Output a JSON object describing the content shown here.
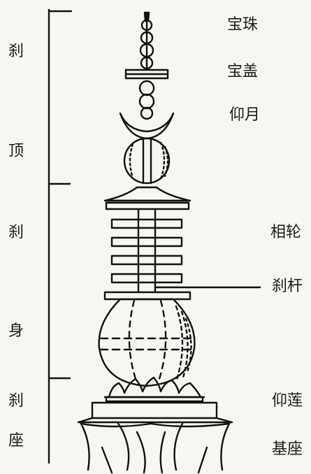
{
  "labels": {
    "side": [
      "刹",
      "顶",
      "刹",
      "身",
      "刹",
      "座"
    ],
    "parts": {
      "baozhu": "宝珠",
      "baogai": "宝盖",
      "yangyue": "仰月",
      "xianglun": "相轮",
      "chagan": "刹杆",
      "yanglian": "仰莲",
      "jizuo": "基座"
    }
  }
}
